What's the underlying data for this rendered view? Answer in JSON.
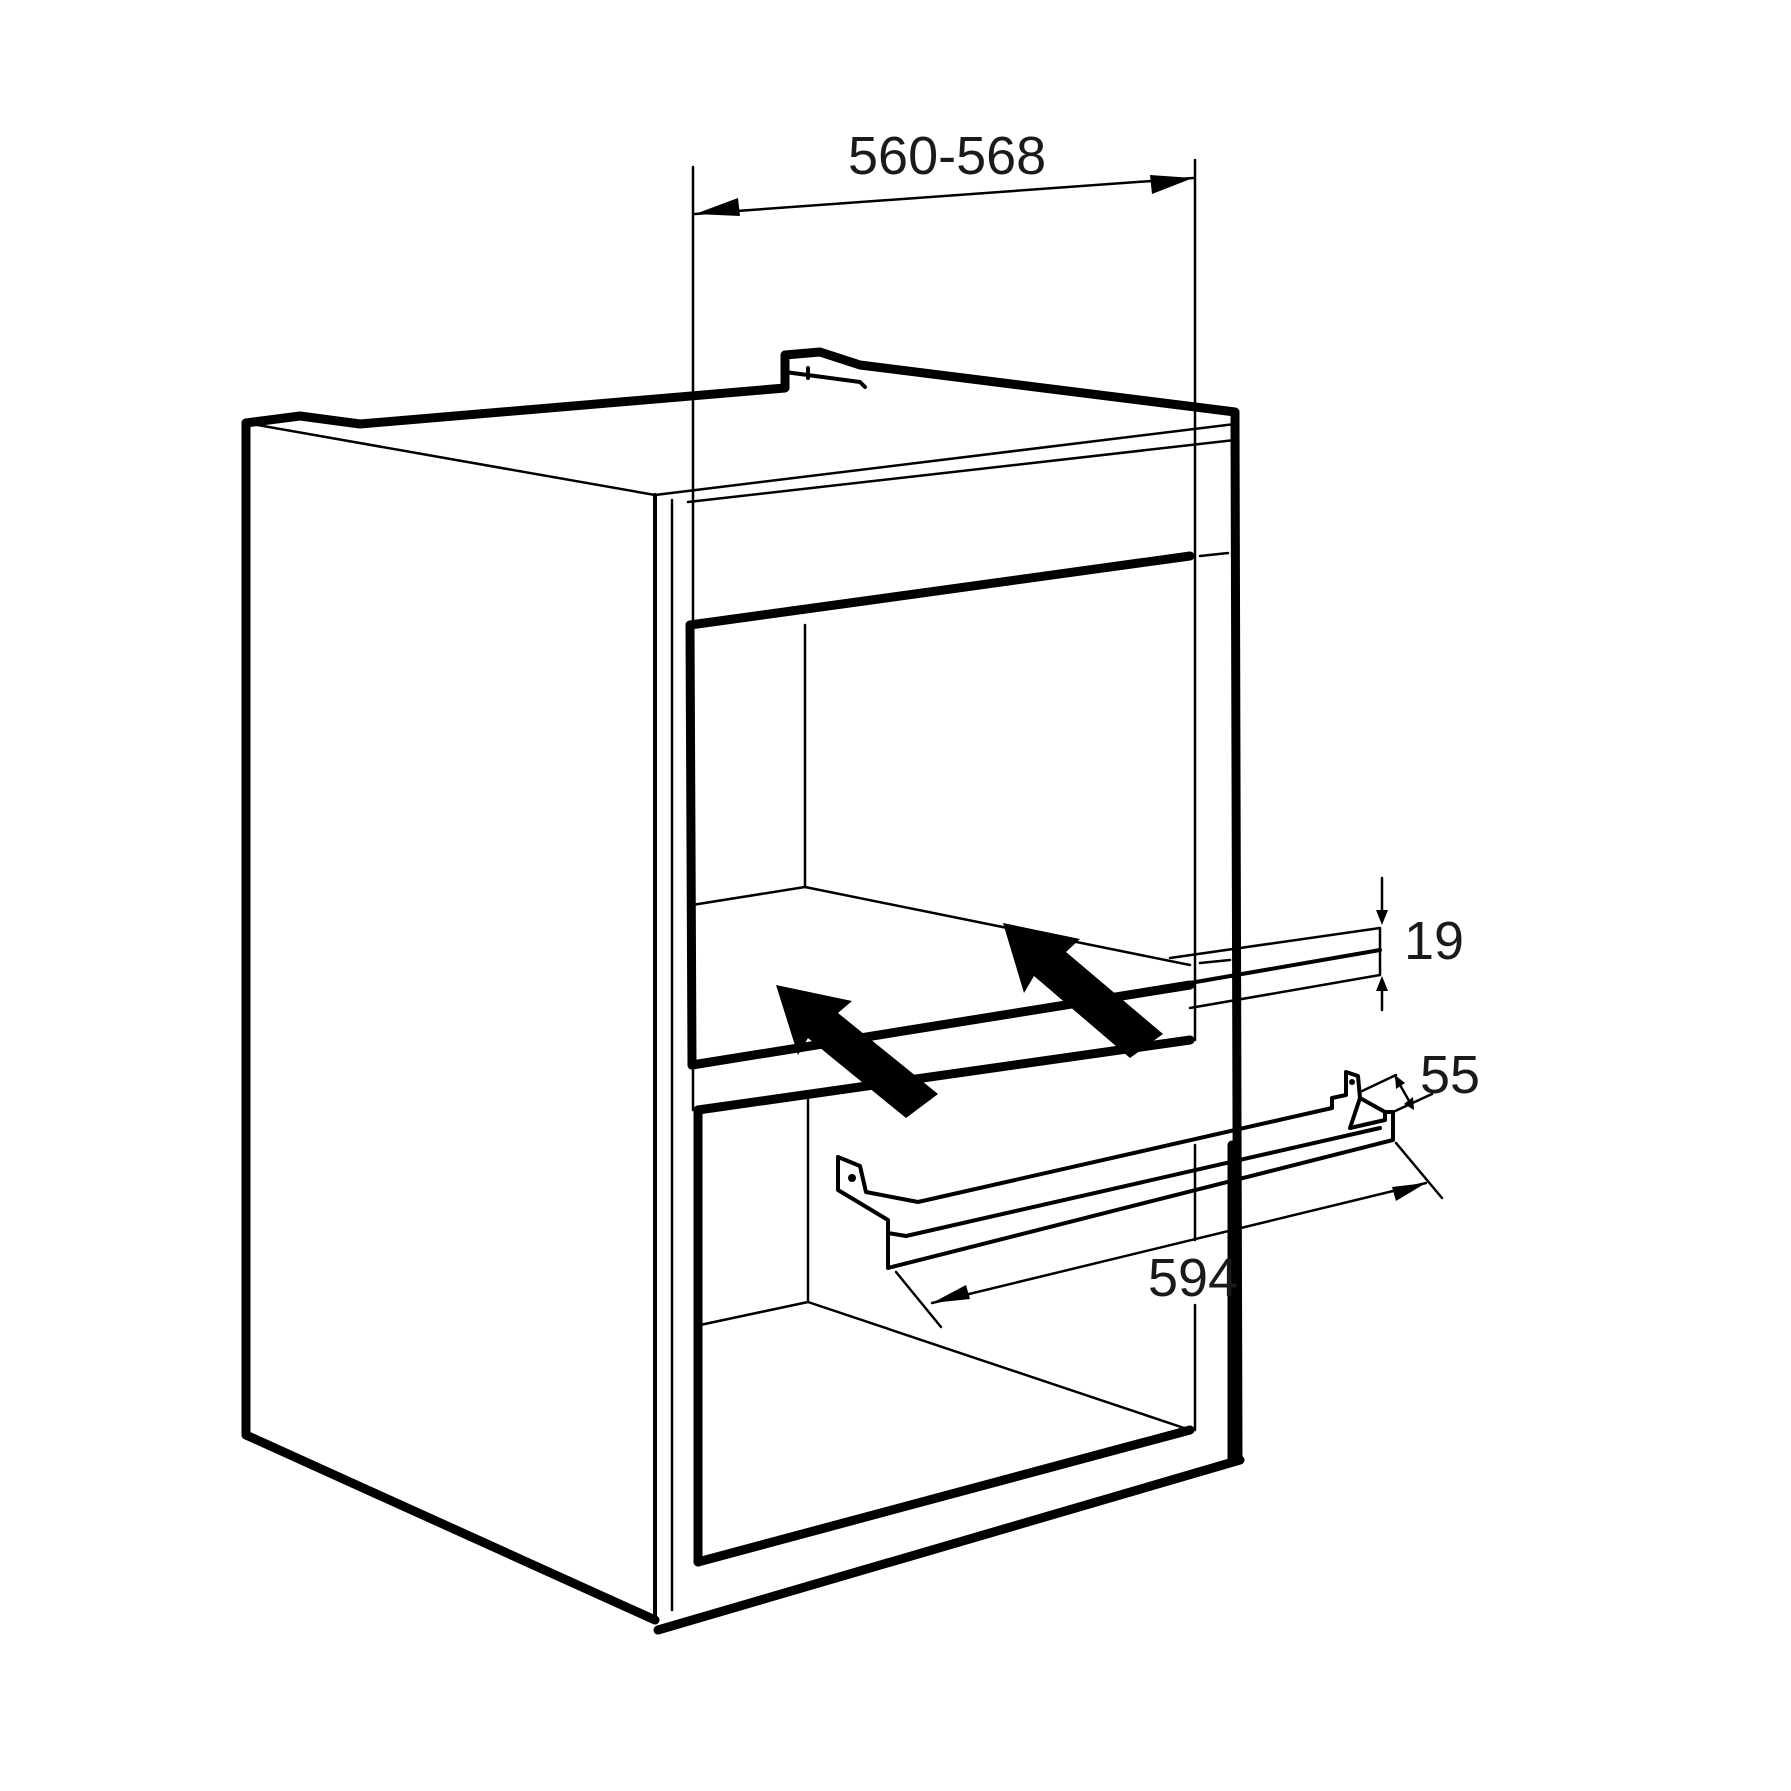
{
  "diagram": {
    "dimensions": {
      "cabinet_width": "560-568",
      "strip_height": "19",
      "bracket_depth": "55",
      "bracket_length": "594"
    },
    "colors": {
      "line": "#000000",
      "background": "#ffffff"
    }
  }
}
